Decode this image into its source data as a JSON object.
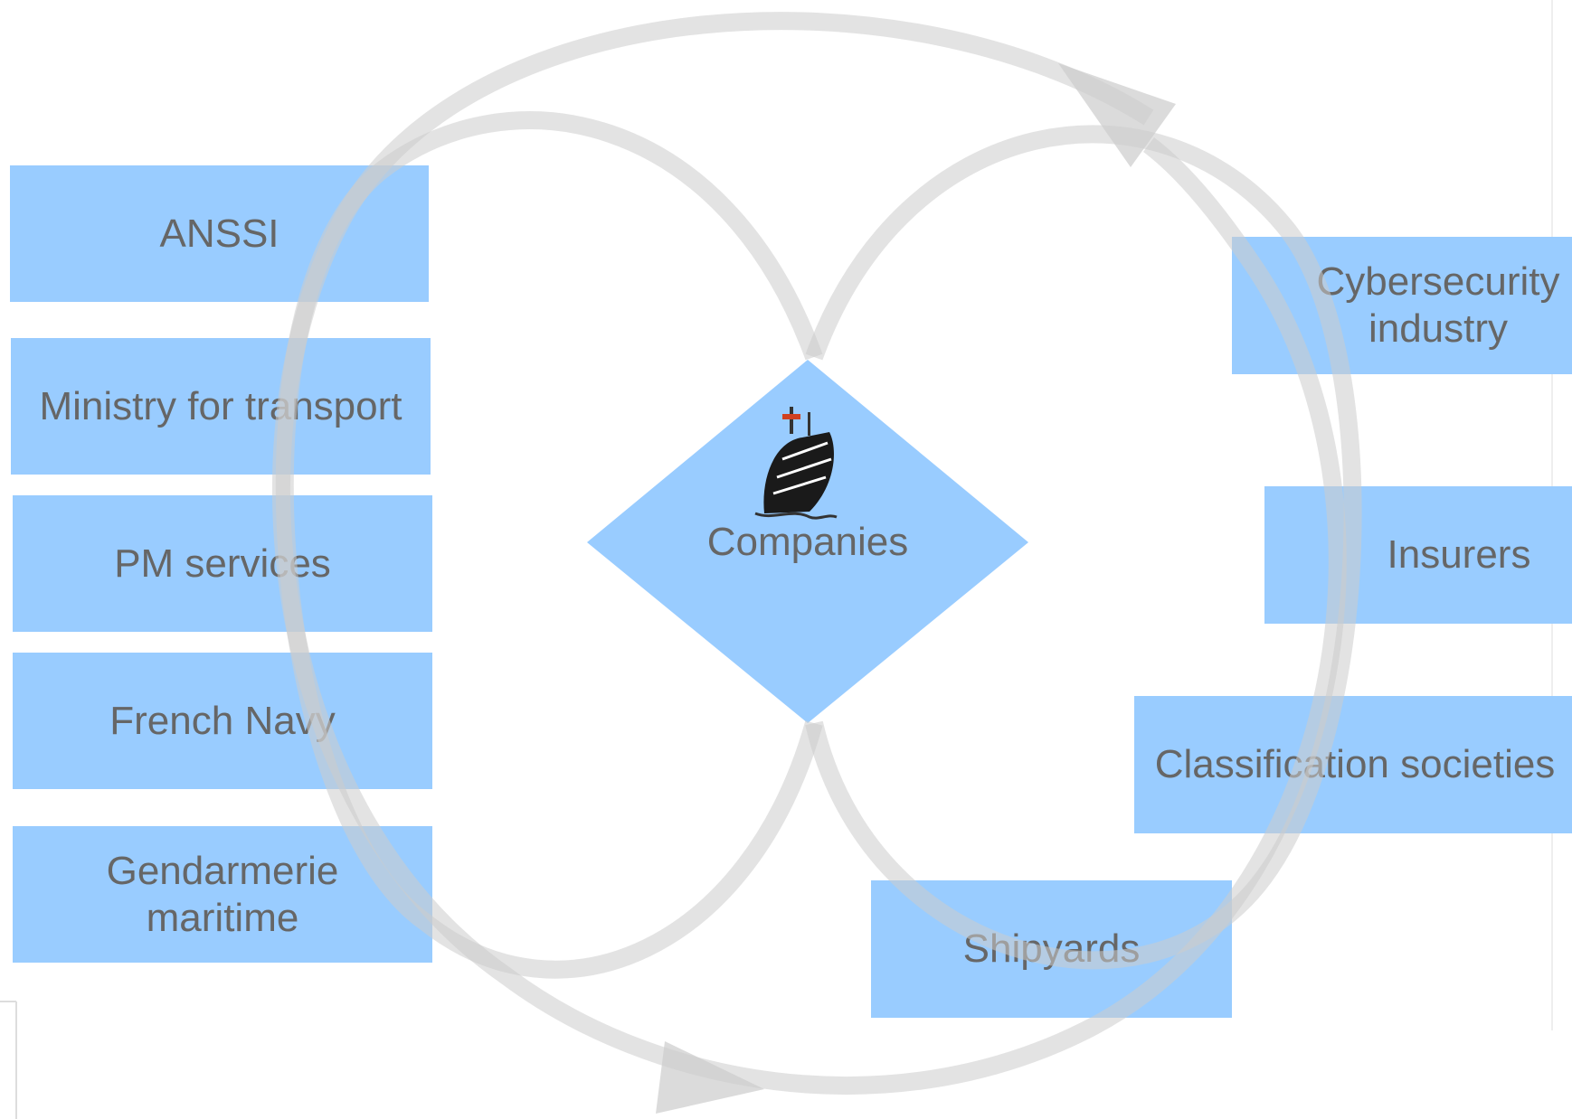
{
  "colors": {
    "box_fill": "#99ccff",
    "text": "#666666",
    "arrow": "#cccccc",
    "guide": "#dddddd",
    "ship": "#1a1a1a"
  },
  "center": {
    "label": "Companies",
    "icon": "ship-icon"
  },
  "left_group": [
    {
      "id": "anssi",
      "label": "ANSSI"
    },
    {
      "id": "ministry",
      "label": "Ministry for transport"
    },
    {
      "id": "pm",
      "label": "PM services"
    },
    {
      "id": "navy",
      "label": "French Navy"
    },
    {
      "id": "gendarmerie",
      "label": "Gendarmerie\nmaritime"
    }
  ],
  "right_group": [
    {
      "id": "cyber",
      "label": "Cybersecurity\nindustry"
    },
    {
      "id": "insurers",
      "label": "Insurers"
    },
    {
      "id": "classification",
      "label": "Classification societies"
    },
    {
      "id": "shipyards",
      "label": "Shipyards"
    }
  ],
  "cycle_arrows": [
    "arrow-head-top-right",
    "arrow-head-bottom"
  ]
}
